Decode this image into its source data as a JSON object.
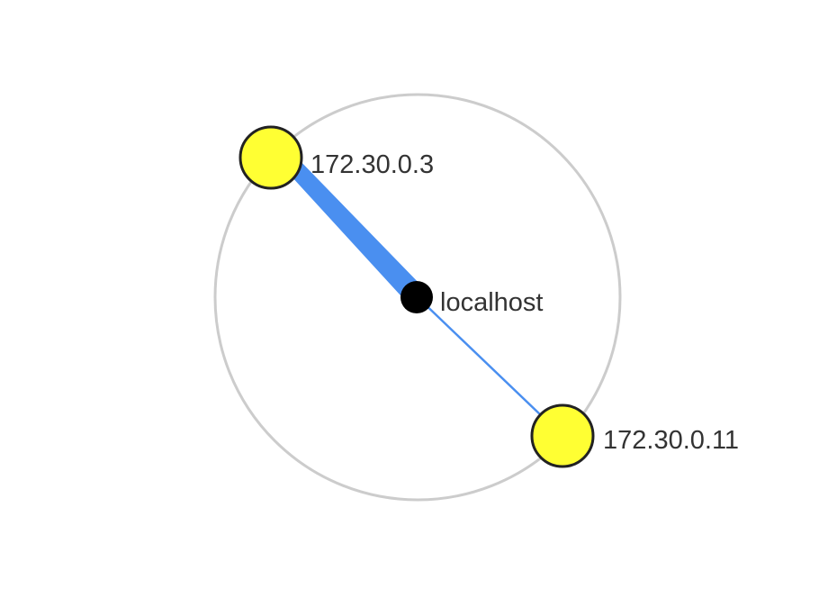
{
  "graph": {
    "nodes": [
      {
        "id": "localhost",
        "label": "localhost",
        "kind": "center",
        "color": "#000000"
      },
      {
        "id": "172.30.0.3",
        "label": "172.30.0.3",
        "kind": "peer",
        "color": "#ffff33"
      },
      {
        "id": "172.30.0.11",
        "label": "172.30.0.11",
        "kind": "peer",
        "color": "#ffff33"
      }
    ],
    "edges": [
      {
        "from": "localhost",
        "to": "172.30.0.3",
        "weight": "heavy"
      },
      {
        "from": "localhost",
        "to": "172.30.0.11",
        "weight": "light"
      }
    ],
    "colors": {
      "edge": "#4a8ff0",
      "ring": "#cccccc",
      "node_stroke": "#222222"
    }
  }
}
